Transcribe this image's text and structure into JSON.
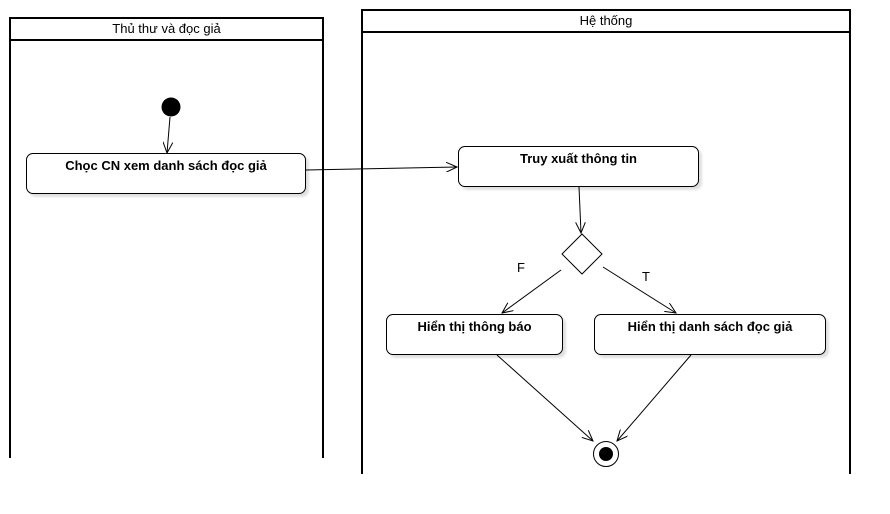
{
  "lanes": {
    "left_title": "Thủ thư và đọc giả",
    "right_title": "Hệ thống"
  },
  "activities": {
    "choose": "Chọc CN xem danh sách đọc giả",
    "retrieve": "Truy xuất thông tin",
    "show_message": "Hiển thị thông báo",
    "show_list": "Hiển thị danh sách đọc giả"
  },
  "guards": {
    "false_label": "F",
    "true_label": "T"
  }
}
